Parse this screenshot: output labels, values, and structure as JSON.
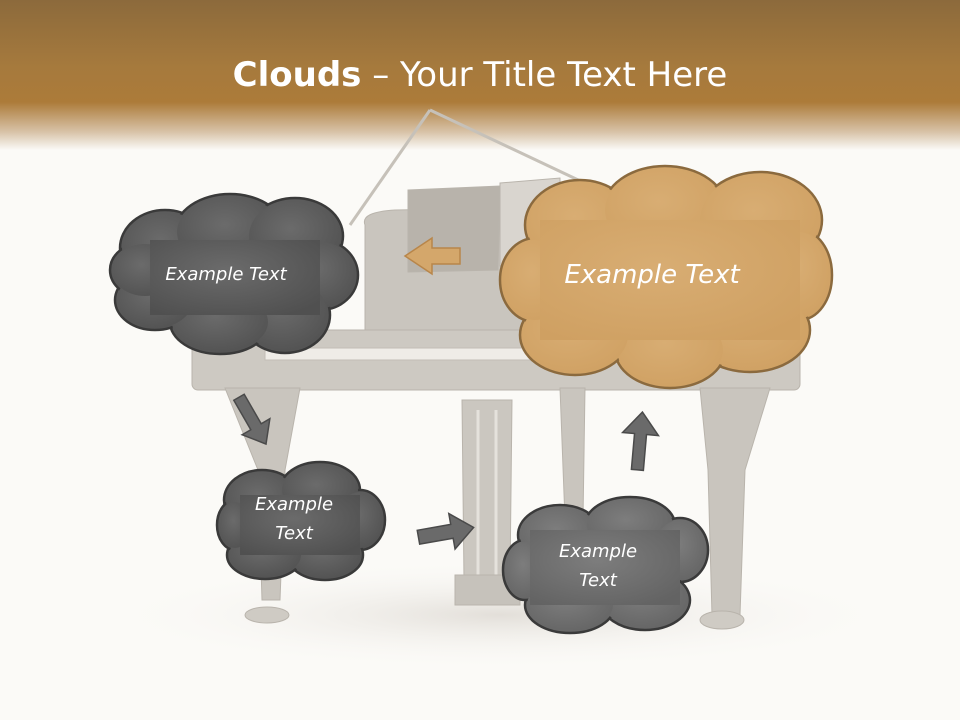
{
  "slide": {
    "title_strong": "Clouds",
    "title_rest": " – Your Title Text Here"
  },
  "clouds": [
    {
      "line1": "Example Text",
      "line2": ""
    },
    {
      "line1": "Example Text",
      "line2": ""
    },
    {
      "line1": "Example",
      "line2": "Text"
    },
    {
      "line1": "Example",
      "line2": "Text"
    }
  ],
  "colors": {
    "header": "#a67a3d",
    "cloud_dark": "#5f5f5f",
    "cloud_mid": "#6f6f6f",
    "cloud_accent": "#d4a76b",
    "arrow_gray": "#6a6a6a",
    "arrow_accent": "#d4a76b"
  }
}
